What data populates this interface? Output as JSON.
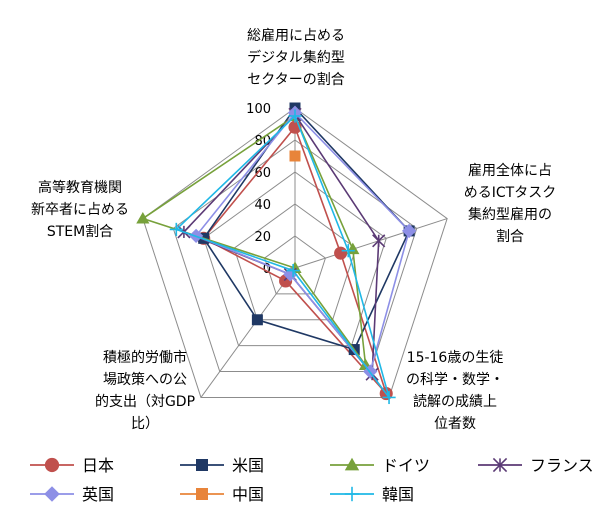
{
  "chart_data": {
    "type": "radar",
    "axes": [
      {
        "label_lines": [
          "総雇用に占める",
          "デジタル集約型",
          "セクターの割合"
        ]
      },
      {
        "label_lines": [
          "雇用全体に占",
          "めるICTタスク",
          "集約型雇用の",
          "割合"
        ]
      },
      {
        "label_lines": [
          "15-16歳の生徒",
          "の科学・数学・",
          "読解の成績上",
          "位者数"
        ]
      },
      {
        "label_lines": [
          "積極的労働市",
          "場政策への公",
          "的支出（対GDP",
          "比）"
        ]
      },
      {
        "label_lines": [
          "高等教育機関",
          "新卒者に占める",
          "STEM割合"
        ]
      }
    ],
    "rlim": [
      0,
      100
    ],
    "ticks": [
      0,
      20,
      40,
      60,
      80,
      100
    ],
    "grid": true,
    "legend_position": "bottom",
    "series": [
      {
        "name": "日本",
        "color": "#c0504d",
        "marker": "circle",
        "values": [
          88,
          30,
          97,
          10,
          60
        ]
      },
      {
        "name": "米国",
        "color": "#1f3864",
        "marker": "square",
        "values": [
          100,
          75,
          63,
          40,
          60
        ]
      },
      {
        "name": "ドイツ",
        "color": "#77a13b",
        "marker": "triangle",
        "values": [
          95,
          38,
          75,
          0,
          100
        ]
      },
      {
        "name": "フランス",
        "color": "#5b3a75",
        "marker": "x",
        "values": [
          96,
          55,
          82,
          5,
          73
        ]
      },
      {
        "name": "英国",
        "color": "#8d8fe6",
        "marker": "diamond",
        "values": [
          97,
          75,
          80,
          5,
          65
        ]
      },
      {
        "name": "中国",
        "color": "#e8843a",
        "marker": "square",
        "values": [
          70
        ]
      },
      {
        "name": "韓国",
        "color": "#1fb8e6",
        "marker": "plus",
        "values": [
          95,
          35,
          100,
          2,
          78
        ]
      }
    ]
  }
}
